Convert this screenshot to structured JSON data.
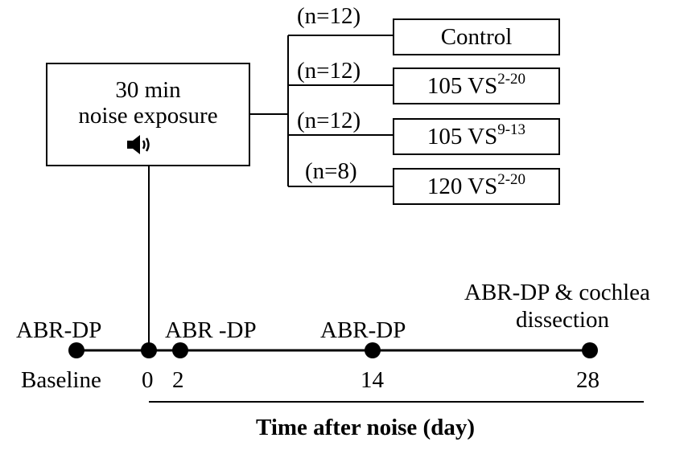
{
  "exposure_box": {
    "line1": "30 min",
    "line2": "noise exposure",
    "icon": "speaker-icon"
  },
  "groups": [
    {
      "n": "(n=12)",
      "label": "Control",
      "sup": ""
    },
    {
      "n": "(n=12)",
      "label": "105 VS",
      "sup": "2-20"
    },
    {
      "n": "(n=12)",
      "label": "105 VS",
      "sup": "9-13"
    },
    {
      "n": "(n=8)",
      "label": "120 VS",
      "sup": "2-20"
    }
  ],
  "timeline": {
    "baseline_label": "Baseline",
    "events": [
      {
        "tick": "",
        "above": "ABR-DP"
      },
      {
        "tick": "0",
        "above": ""
      },
      {
        "tick": "2",
        "above": "ABR -DP"
      },
      {
        "tick": "14",
        "above": "ABR-DP"
      },
      {
        "tick": "28",
        "above_line1": "ABR-DP & cochlea",
        "above_line2": "dissection"
      }
    ],
    "axis_title": "Time after noise (day)"
  }
}
